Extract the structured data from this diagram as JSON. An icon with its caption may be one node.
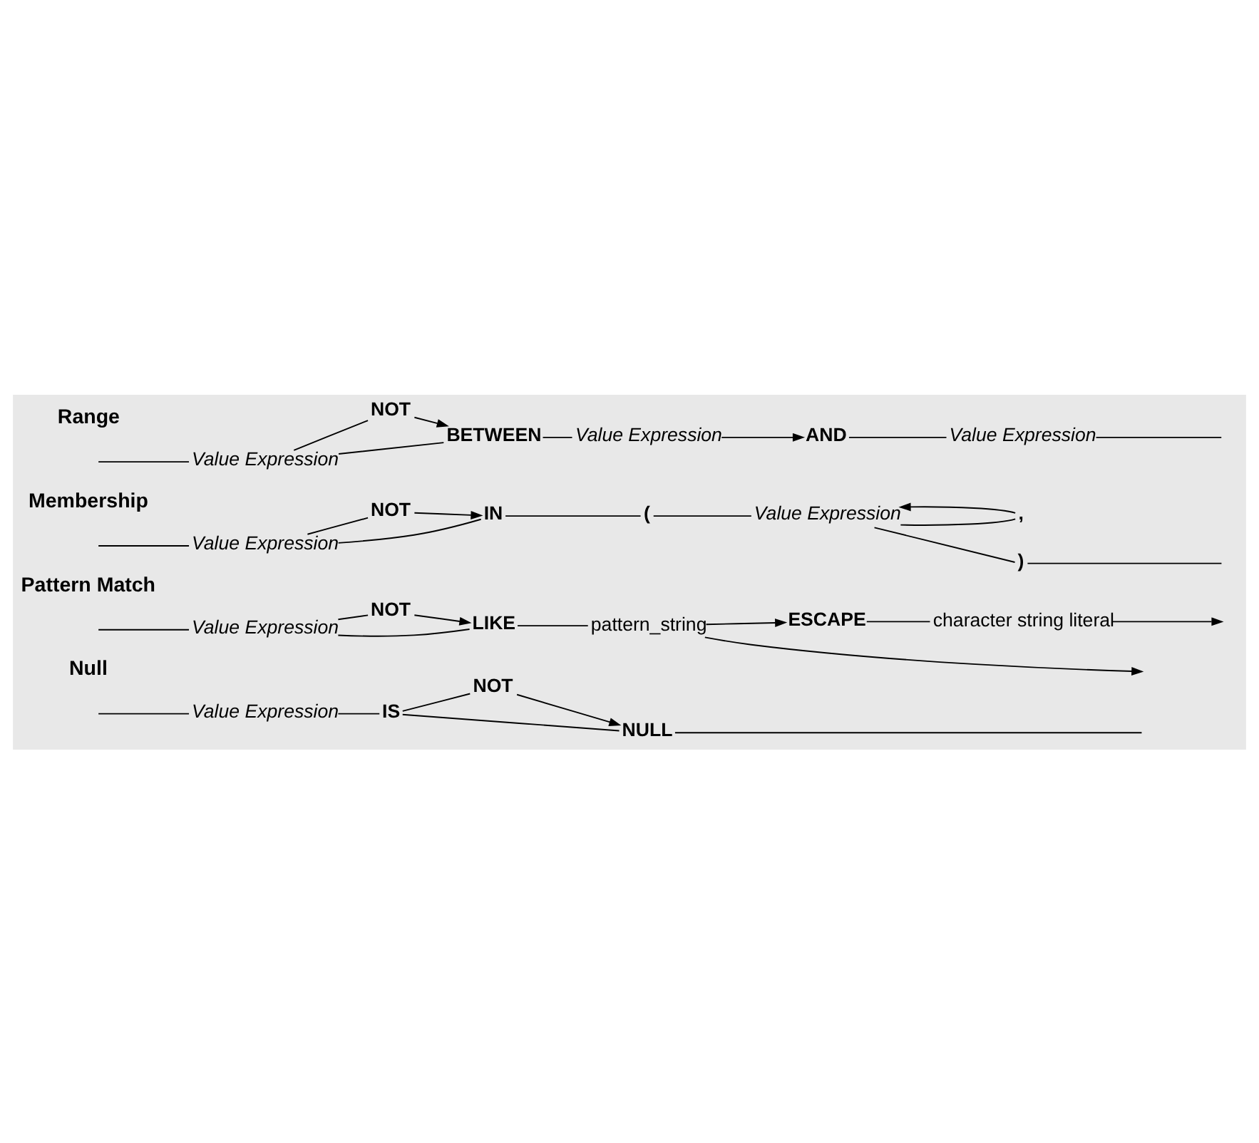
{
  "diagram": {
    "nodes": [
      {
        "text": [
          "Value Expression"
        ]
      },
      {
        "text": [
          "NOT"
        ]
      },
      {
        "text": [
          "BETWEEN"
        ]
      },
      {
        "text": [
          "Value Expression"
        ]
      },
      {
        "text": [
          "AND"
        ]
      },
      {
        "text": [
          "Value Expression"
        ]
      },
      {
        "text": [
          "Value Expression"
        ]
      },
      {
        "text": [
          "NOT"
        ]
      },
      {
        "text": [
          "IN"
        ]
      },
      {
        "text": [
          "("
        ]
      },
      {
        "text": [
          "Value Expression"
        ]
      },
      {
        "text": [
          ","
        ]
      },
      {
        "text": [
          ")"
        ]
      },
      {
        "text": [
          "Value Expression"
        ]
      },
      {
        "text": [
          "NOT"
        ]
      },
      {
        "text": [
          "LIKE"
        ]
      },
      {
        "text": [
          "pattern_string"
        ]
      },
      {
        "text": [
          "ESCAPE"
        ]
      },
      {
        "text": [
          "character string literal"
        ]
      },
      {
        "text": [
          "Value Expression"
        ]
      },
      {
        "text": [
          "IS"
        ]
      },
      {
        "text": [
          "NOT"
        ]
      },
      {
        "text": [
          "NULL"
        ]
      }
    ],
    "edges": [
      {
        "from": null,
        "to": 0,
        "arrow": "none"
      },
      {
        "from": 0,
        "to": 2,
        "arrow": "none"
      },
      {
        "from": 0,
        "to": 1,
        "arrow": "none"
      },
      {
        "from": 1,
        "to": 2,
        "arrow": "to"
      },
      {
        "from": 2,
        "to": 3,
        "arrow": "none"
      },
      {
        "from": 3,
        "to": 4,
        "arrow": "to"
      },
      {
        "from": 4,
        "to": 5,
        "arrow": "none"
      },
      {
        "from": 5,
        "to": null,
        "arrow": "none"
      },
      {
        "from": null,
        "to": 6,
        "arrow": "none"
      },
      {
        "from": 6,
        "to": 8,
        "arrow": "none"
      },
      {
        "from": 6,
        "to": 7,
        "arrow": "none"
      },
      {
        "from": 7,
        "to": 8,
        "arrow": "to"
      },
      {
        "from": 8,
        "to": 9,
        "arrow": "none"
      },
      {
        "from": 9,
        "to": 10,
        "arrow": "none"
      },
      {
        "from": 10,
        "to": 12,
        "arrow": "none"
      },
      {
        "from": 10,
        "to": 11,
        "arrow": "none"
      },
      {
        "from": 11,
        "to": 10,
        "arrow": "to"
      },
      {
        "from": 12,
        "to": null,
        "arrow": "none"
      },
      {
        "from": null,
        "to": 13,
        "arrow": "none"
      },
      {
        "from": 13,
        "to": 15,
        "arrow": "none"
      },
      {
        "from": 13,
        "to": 14,
        "arrow": "none"
      },
      {
        "from": 14,
        "to": 15,
        "arrow": "to"
      },
      {
        "from": 15,
        "to": 16,
        "arrow": "none"
      },
      {
        "from": 16,
        "to": 17,
        "arrow": "to"
      },
      {
        "from": 16,
        "to": null,
        "arrow": "to"
      },
      {
        "from": 17,
        "to": 18,
        "arrow": "none"
      },
      {
        "from": 18,
        "to": null,
        "arrow": "to"
      },
      {
        "from": null,
        "to": 19,
        "arrow": "none"
      },
      {
        "from": 19,
        "to": 20,
        "arrow": "none"
      },
      {
        "from": 20,
        "to": 22,
        "arrow": "none"
      },
      {
        "from": 20,
        "to": 21,
        "arrow": "none"
      },
      {
        "from": 21,
        "to": 22,
        "arrow": "to"
      },
      {
        "from": 22,
        "to": null,
        "arrow": "none"
      }
    ],
    "labels": [
      "Range",
      "Membership",
      "Pattern Match",
      "Null"
    ]
  }
}
